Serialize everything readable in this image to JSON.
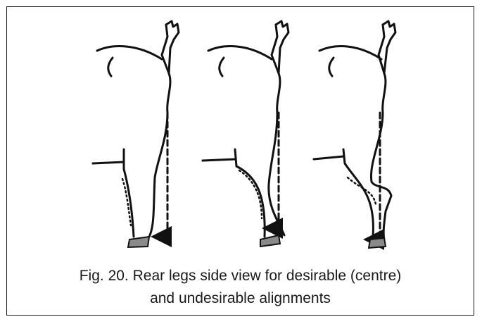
{
  "figure": {
    "caption_line1": "Fig. 20. Rear legs side view for desirable (centre)",
    "caption_line2": "and undesirable alignments",
    "panel_count": 3,
    "colors": {
      "outline": "#111111",
      "hoof": "#8a8a8a",
      "frame": "#1a1a1a"
    }
  }
}
